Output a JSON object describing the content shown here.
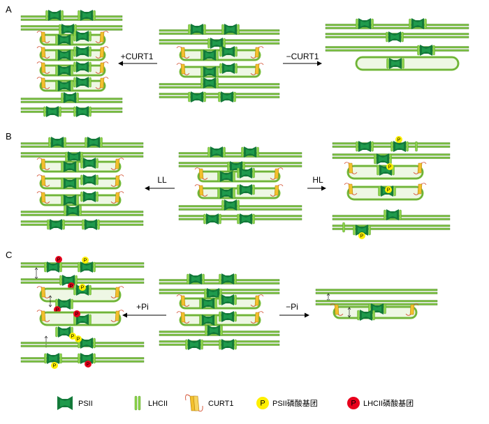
{
  "panels": [
    {
      "label": "A",
      "left_arrow": "+CURT1",
      "right_arrow": "−CURT1"
    },
    {
      "label": "B",
      "left_arrow": "LL",
      "right_arrow": "HL"
    },
    {
      "label": "C",
      "left_arrow": "+Pi",
      "right_arrow": "−Pi"
    }
  ],
  "phospho_label": "P",
  "legend": [
    {
      "icon": "psii",
      "label": "PSII"
    },
    {
      "icon": "lhcii",
      "label": "LHCII"
    },
    {
      "icon": "curt1",
      "label": "CURT1"
    },
    {
      "icon": "p-yellow",
      "label": "PSII磷酸基团"
    },
    {
      "icon": "p-red",
      "label": "LHCII磷酸基团"
    }
  ],
  "colors": {
    "membrane": "#7dc242",
    "membrane_dark": "#3d7a1c",
    "psii": "#137a3a",
    "psii_light": "#1f9a4c",
    "lhcii": "#8cd44a",
    "curt1": "#f2c02c",
    "curt1_edge": "#d24a2c",
    "p_psii": "#ffef00",
    "p_lhcii": "#e8001c"
  }
}
